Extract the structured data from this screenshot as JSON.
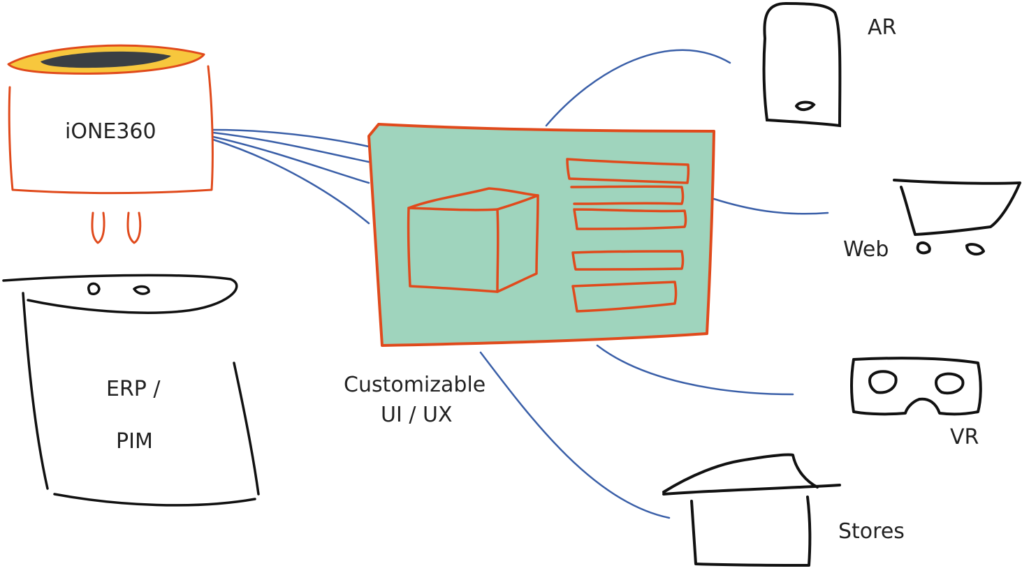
{
  "colors": {
    "connector": "#3a5fa8",
    "orange": "#e04a1c",
    "black": "#111111",
    "mint": "#9fd4bd",
    "yellow": "#f7c73d",
    "dark": "#3a3f44"
  },
  "nodes": {
    "ione360": {
      "label": "iONE360",
      "icon": "software-cup-icon"
    },
    "erp": {
      "line1": "ERP /",
      "line2": "PIM",
      "icon": "database-cylinder-icon"
    },
    "ui": {
      "line1": "Customizable",
      "line2": "UI / UX",
      "icon": "ui-screen-icon"
    },
    "ar": {
      "label": "AR",
      "icon": "phone-icon"
    },
    "web": {
      "label": "Web",
      "icon": "shopping-cart-icon"
    },
    "vr": {
      "label": "VR",
      "icon": "vr-headset-icon"
    },
    "stores": {
      "label": "Stores",
      "icon": "store-icon"
    }
  }
}
